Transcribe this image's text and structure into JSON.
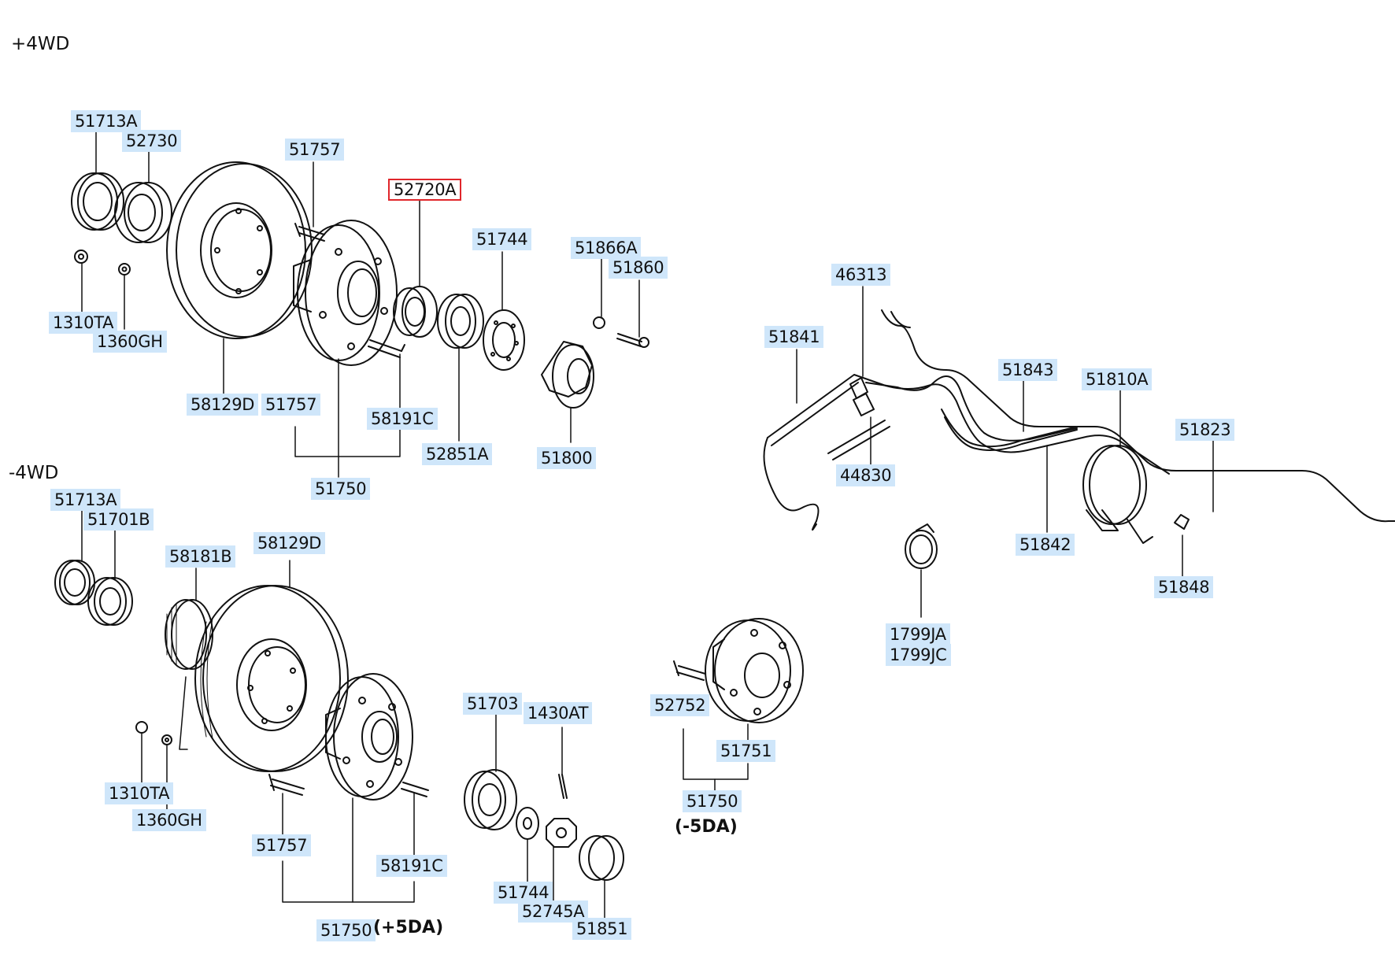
{
  "sections": {
    "with_4wd": "+4WD",
    "without_4wd": "-4WD"
  },
  "labels": {
    "a_51713A": "51713A",
    "a_52730": "52730",
    "a_51757_top": "51757",
    "a_52720A": "52720A",
    "a_51744_top": "51744",
    "a_51866A": "51866A",
    "a_51860": "51860",
    "a_1310TA": "1310TA",
    "a_1360GH": "1360GH",
    "a_58129D": "58129D",
    "a_51757_mid": "51757",
    "a_58191C": "58191C",
    "a_52851A": "52851A",
    "a_51800": "51800",
    "a_51750": "51750",
    "b_51713A": "51713A",
    "b_51701B": "51701B",
    "b_58181B": "58181B",
    "b_58129D": "58129D",
    "b_1310TA": "1310TA",
    "b_1360GH": "1360GH",
    "b_51757": "51757",
    "b_58191C": "58191C",
    "b_51750": "51750",
    "b_51703": "51703",
    "b_1430AT": "1430AT",
    "b_51744": "51744",
    "b_52745A": "52745A",
    "b_51851": "51851",
    "c_52752": "52752",
    "c_51751": "51751",
    "c_51750": "51750",
    "d_46313": "46313",
    "d_51841": "51841",
    "d_51843": "51843",
    "d_51810A": "51810A",
    "d_51823": "51823",
    "d_44830": "44830",
    "d_51842": "51842",
    "d_51848": "51848",
    "d_1799JA": "1799JA",
    "d_1799JC": "1799JC"
  },
  "notes": {
    "plus_5da": "(+5DA)",
    "minus_5da": "(-5DA)"
  },
  "selected_part": "52720A",
  "colors": {
    "label_bg": "#cfe6fa",
    "selected_border": "#e0262b",
    "line": "#111111"
  }
}
